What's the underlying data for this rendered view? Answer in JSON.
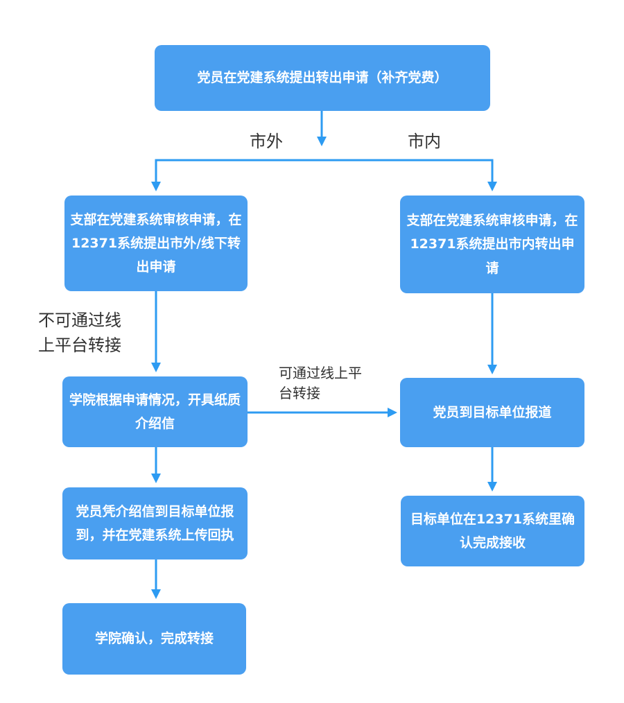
{
  "diagram": {
    "nodes": {
      "start": "党员在党建系统提出转出申请（补齐党费）",
      "left_branch_review": "支部在党建系统审核申请，在12371系统提出市外/线下转出申请",
      "right_branch_review": "支部在党建系统审核申请，在12371系统提出市内转出申请",
      "college_issue_letter": "学院根据申请情况，开具纸质介绍信",
      "member_report_target": "党员到目标单位报道",
      "member_report_with_letter": "党员凭介绍信到目标单位报到，并在党建系统上传回执",
      "target_unit_confirm": "目标单位在12371系统里确认完成接收",
      "college_confirm": "学院确认，完成转接"
    },
    "edge_labels": {
      "city_outside": "市外",
      "city_inside": "市内",
      "offline_transfer": "不可通过线上平台转接",
      "online_transfer": "可通过线上平台转接"
    }
  },
  "theme": {
    "node-fill": "#4A9FF0",
    "node-text": "#FFFFFF",
    "arrow-color": "#2D9BF2",
    "label-color": "#303030",
    "canvas-bg": "#FFFFFF"
  }
}
